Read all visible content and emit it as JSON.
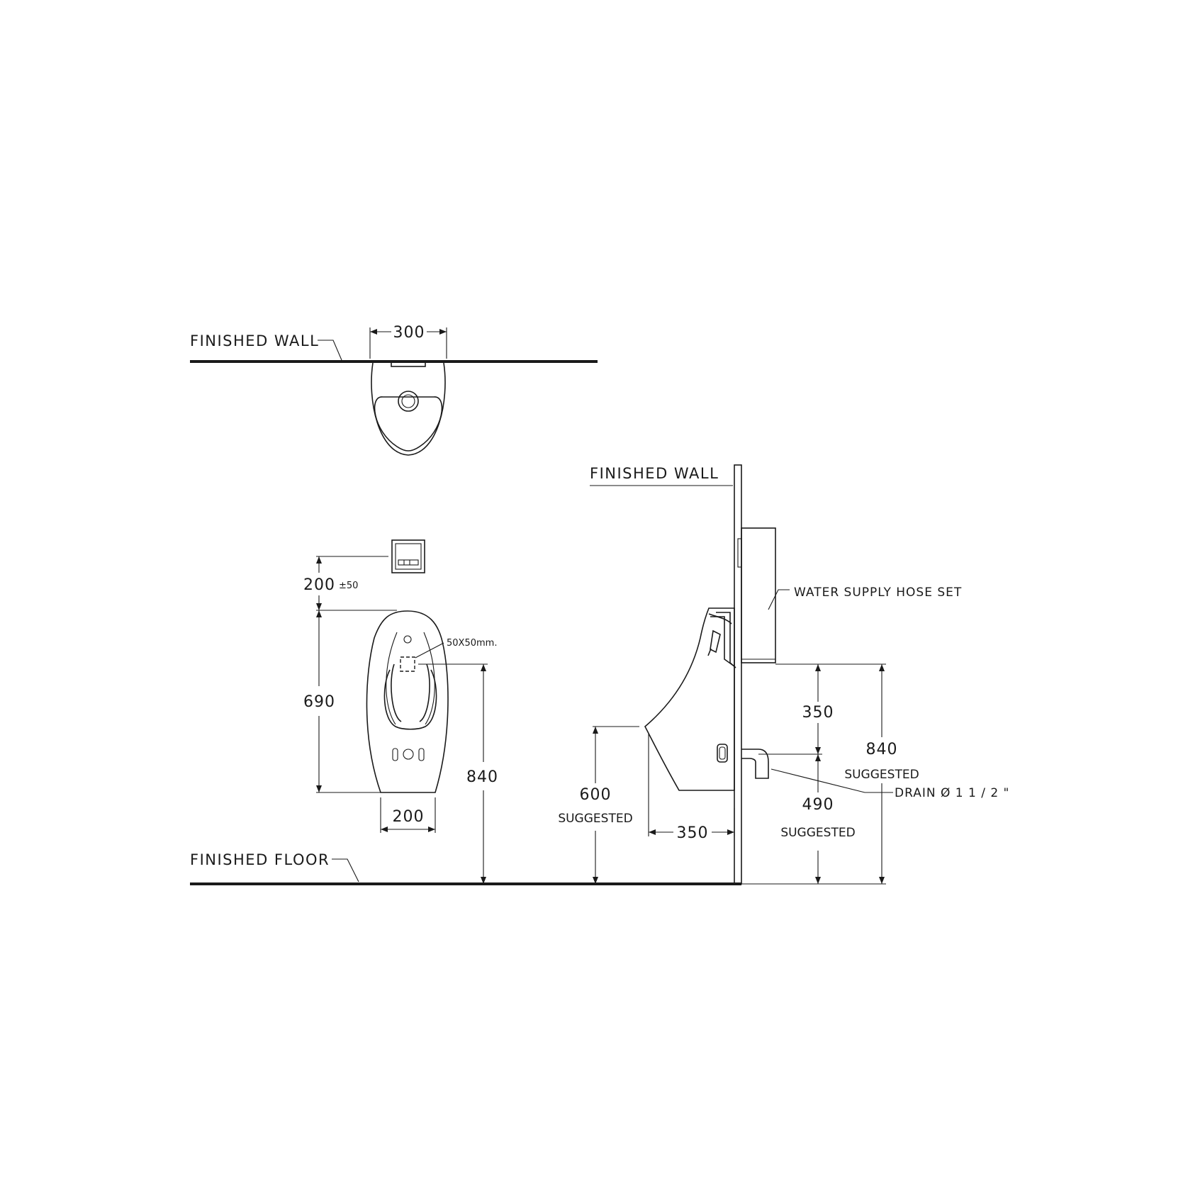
{
  "labels": {
    "finished_wall_plan": "FINISHED WALL",
    "finished_wall_side": "FINISHED WALL",
    "finished_floor": "FINISHED FLOOR",
    "water_supply_hose": "WATER SUPPLY HOSE SET",
    "drain": "DRAIN Ø 1 1 / 2 \"",
    "sensor_size": "50X50mm."
  },
  "dimensions": {
    "plan_width": "300",
    "sensor_gap": "200",
    "sensor_gap_tolerance": "±50",
    "front_height": "690",
    "front_base_width": "200",
    "front_sensor_height": "840",
    "rim_height": "600",
    "rim_height_note": "SUGGESTED",
    "projection": "350",
    "supply_to_drain": "350",
    "supply_height": "840",
    "supply_height_note": "SUGGESTED",
    "drain_height": "490",
    "drain_height_note": "SUGGESTED"
  }
}
